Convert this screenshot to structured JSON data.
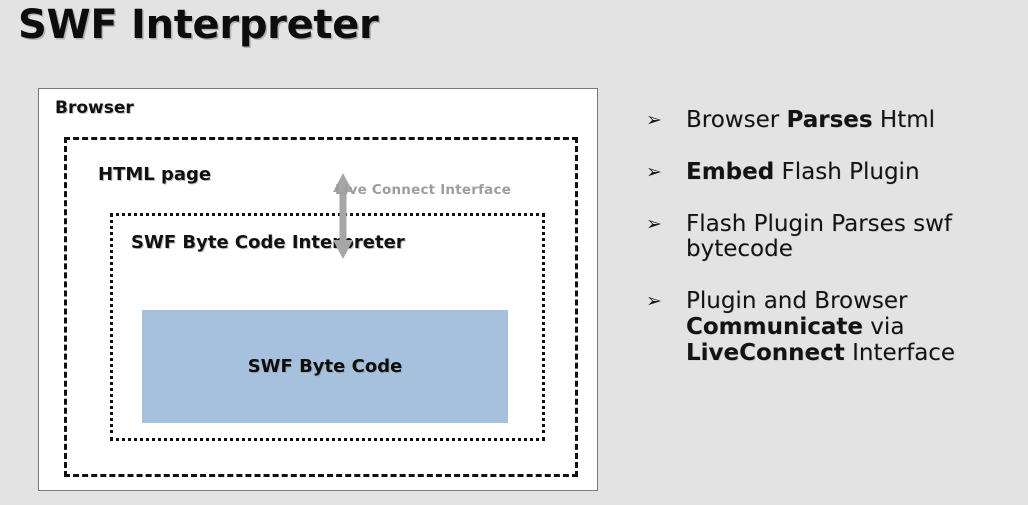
{
  "slide": {
    "title": "SWF Interpreter"
  },
  "diagram": {
    "browser_label": "Browser",
    "html_page_label": "HTML page",
    "interpreter_label": "SWF Byte Code Interpreter",
    "bytecode_label": "SWF Byte Code",
    "liveconnect_label": "Live Connect Interface",
    "arrow_icon": "double-headed-vertical-arrow",
    "arrow_color": "#a6a6a6",
    "bytecode_fill_color": "#a6c1dd",
    "browser_border_style": "solid",
    "html_page_border_style": "dashed",
    "interpreter_border_style": "dotted"
  },
  "bullets": {
    "marker_glyph": "➢",
    "items": [
      {
        "id": "browser-parses-html",
        "runs": [
          {
            "text": "Browser ",
            "bold": false
          },
          {
            "text": "Parses",
            "bold": true
          },
          {
            "text": " Html",
            "bold": false
          }
        ]
      },
      {
        "id": "embed-flash-plugin",
        "runs": [
          {
            "text": "Embed",
            "bold": true
          },
          {
            "text": " Flash Plugin",
            "bold": false
          }
        ]
      },
      {
        "id": "flash-plugin-parses-swf-bytecode",
        "runs": [
          {
            "text": "Flash Plugin Parses swf bytecode",
            "bold": false
          }
        ]
      },
      {
        "id": "plugin-browser-communicate-liveconnect",
        "runs": [
          {
            "text": "Plugin and Browser ",
            "bold": false
          },
          {
            "text": "Communicate",
            "bold": true
          },
          {
            "text": " via ",
            "bold": false
          },
          {
            "text": "LiveConnect",
            "bold": true
          },
          {
            "text": " Interface",
            "bold": false
          }
        ]
      }
    ]
  },
  "theme": {
    "background_color": "#e3e3e3",
    "panel_color": "#ffffff",
    "text_color": "#131313",
    "muted_text_color": "#9d9d9d"
  }
}
